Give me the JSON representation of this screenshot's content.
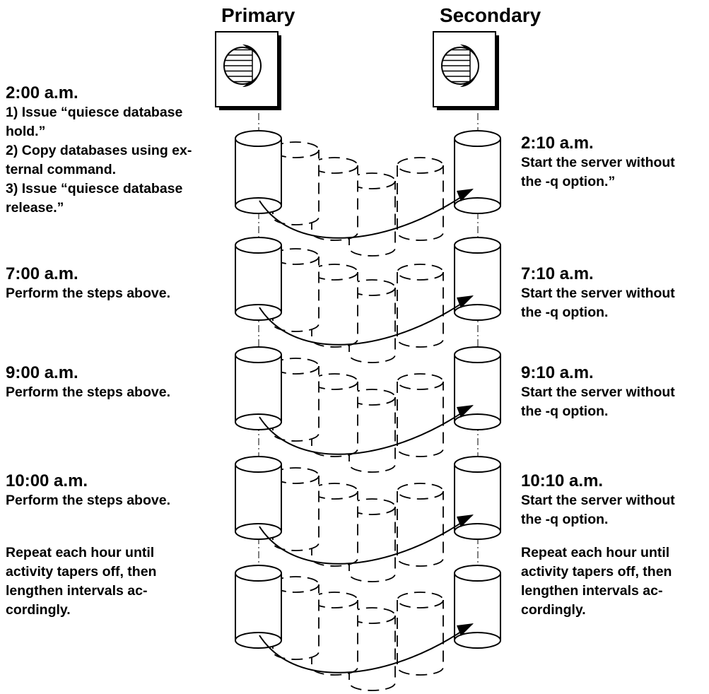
{
  "header": {
    "primary_label": "Primary",
    "secondary_label": "Secondary"
  },
  "left": {
    "b0": {
      "time": "2:00 a.m.",
      "lines": [
        "1) Issue “quiesce database",
        "hold.”",
        "2) Copy databases using ex-",
        "ternal command.",
        "3) Issue “quiesce database",
        "release.”"
      ]
    },
    "b1": {
      "time": "7:00 a.m.",
      "lines": [
        "Perform the steps above."
      ]
    },
    "b2": {
      "time": "9:00 a.m.",
      "lines": [
        "Perform the steps above."
      ]
    },
    "b3": {
      "time": "10:00 a.m.",
      "lines": [
        "Perform the steps above."
      ]
    },
    "b4": {
      "lines": [
        "Repeat each hour until",
        "activity tapers off, then",
        "lengthen intervals ac-",
        "cordingly."
      ]
    }
  },
  "right": {
    "b0": {
      "time": "2:10 a.m.",
      "lines": [
        "Start the server without",
        "the -q option.”"
      ]
    },
    "b1": {
      "time": "7:10 a.m.",
      "lines": [
        "Start the server without",
        "the -q option."
      ]
    },
    "b2": {
      "time": "9:10 a.m.",
      "lines": [
        "Start the server without",
        "the -q option."
      ]
    },
    "b3": {
      "time": "10:10 a.m.",
      "lines": [
        "Start the server without",
        "the -q option."
      ]
    },
    "b4": {
      "lines": [
        "Repeat each hour until",
        "activity tapers off, then",
        "lengthen intervals ac-",
        "cordingly."
      ]
    }
  },
  "icons": {
    "primary_server": "server-icon",
    "secondary_server": "server-icon",
    "database": "database-cylinder-icon"
  },
  "colors": {
    "ink": "#000000",
    "background": "#ffffff"
  }
}
